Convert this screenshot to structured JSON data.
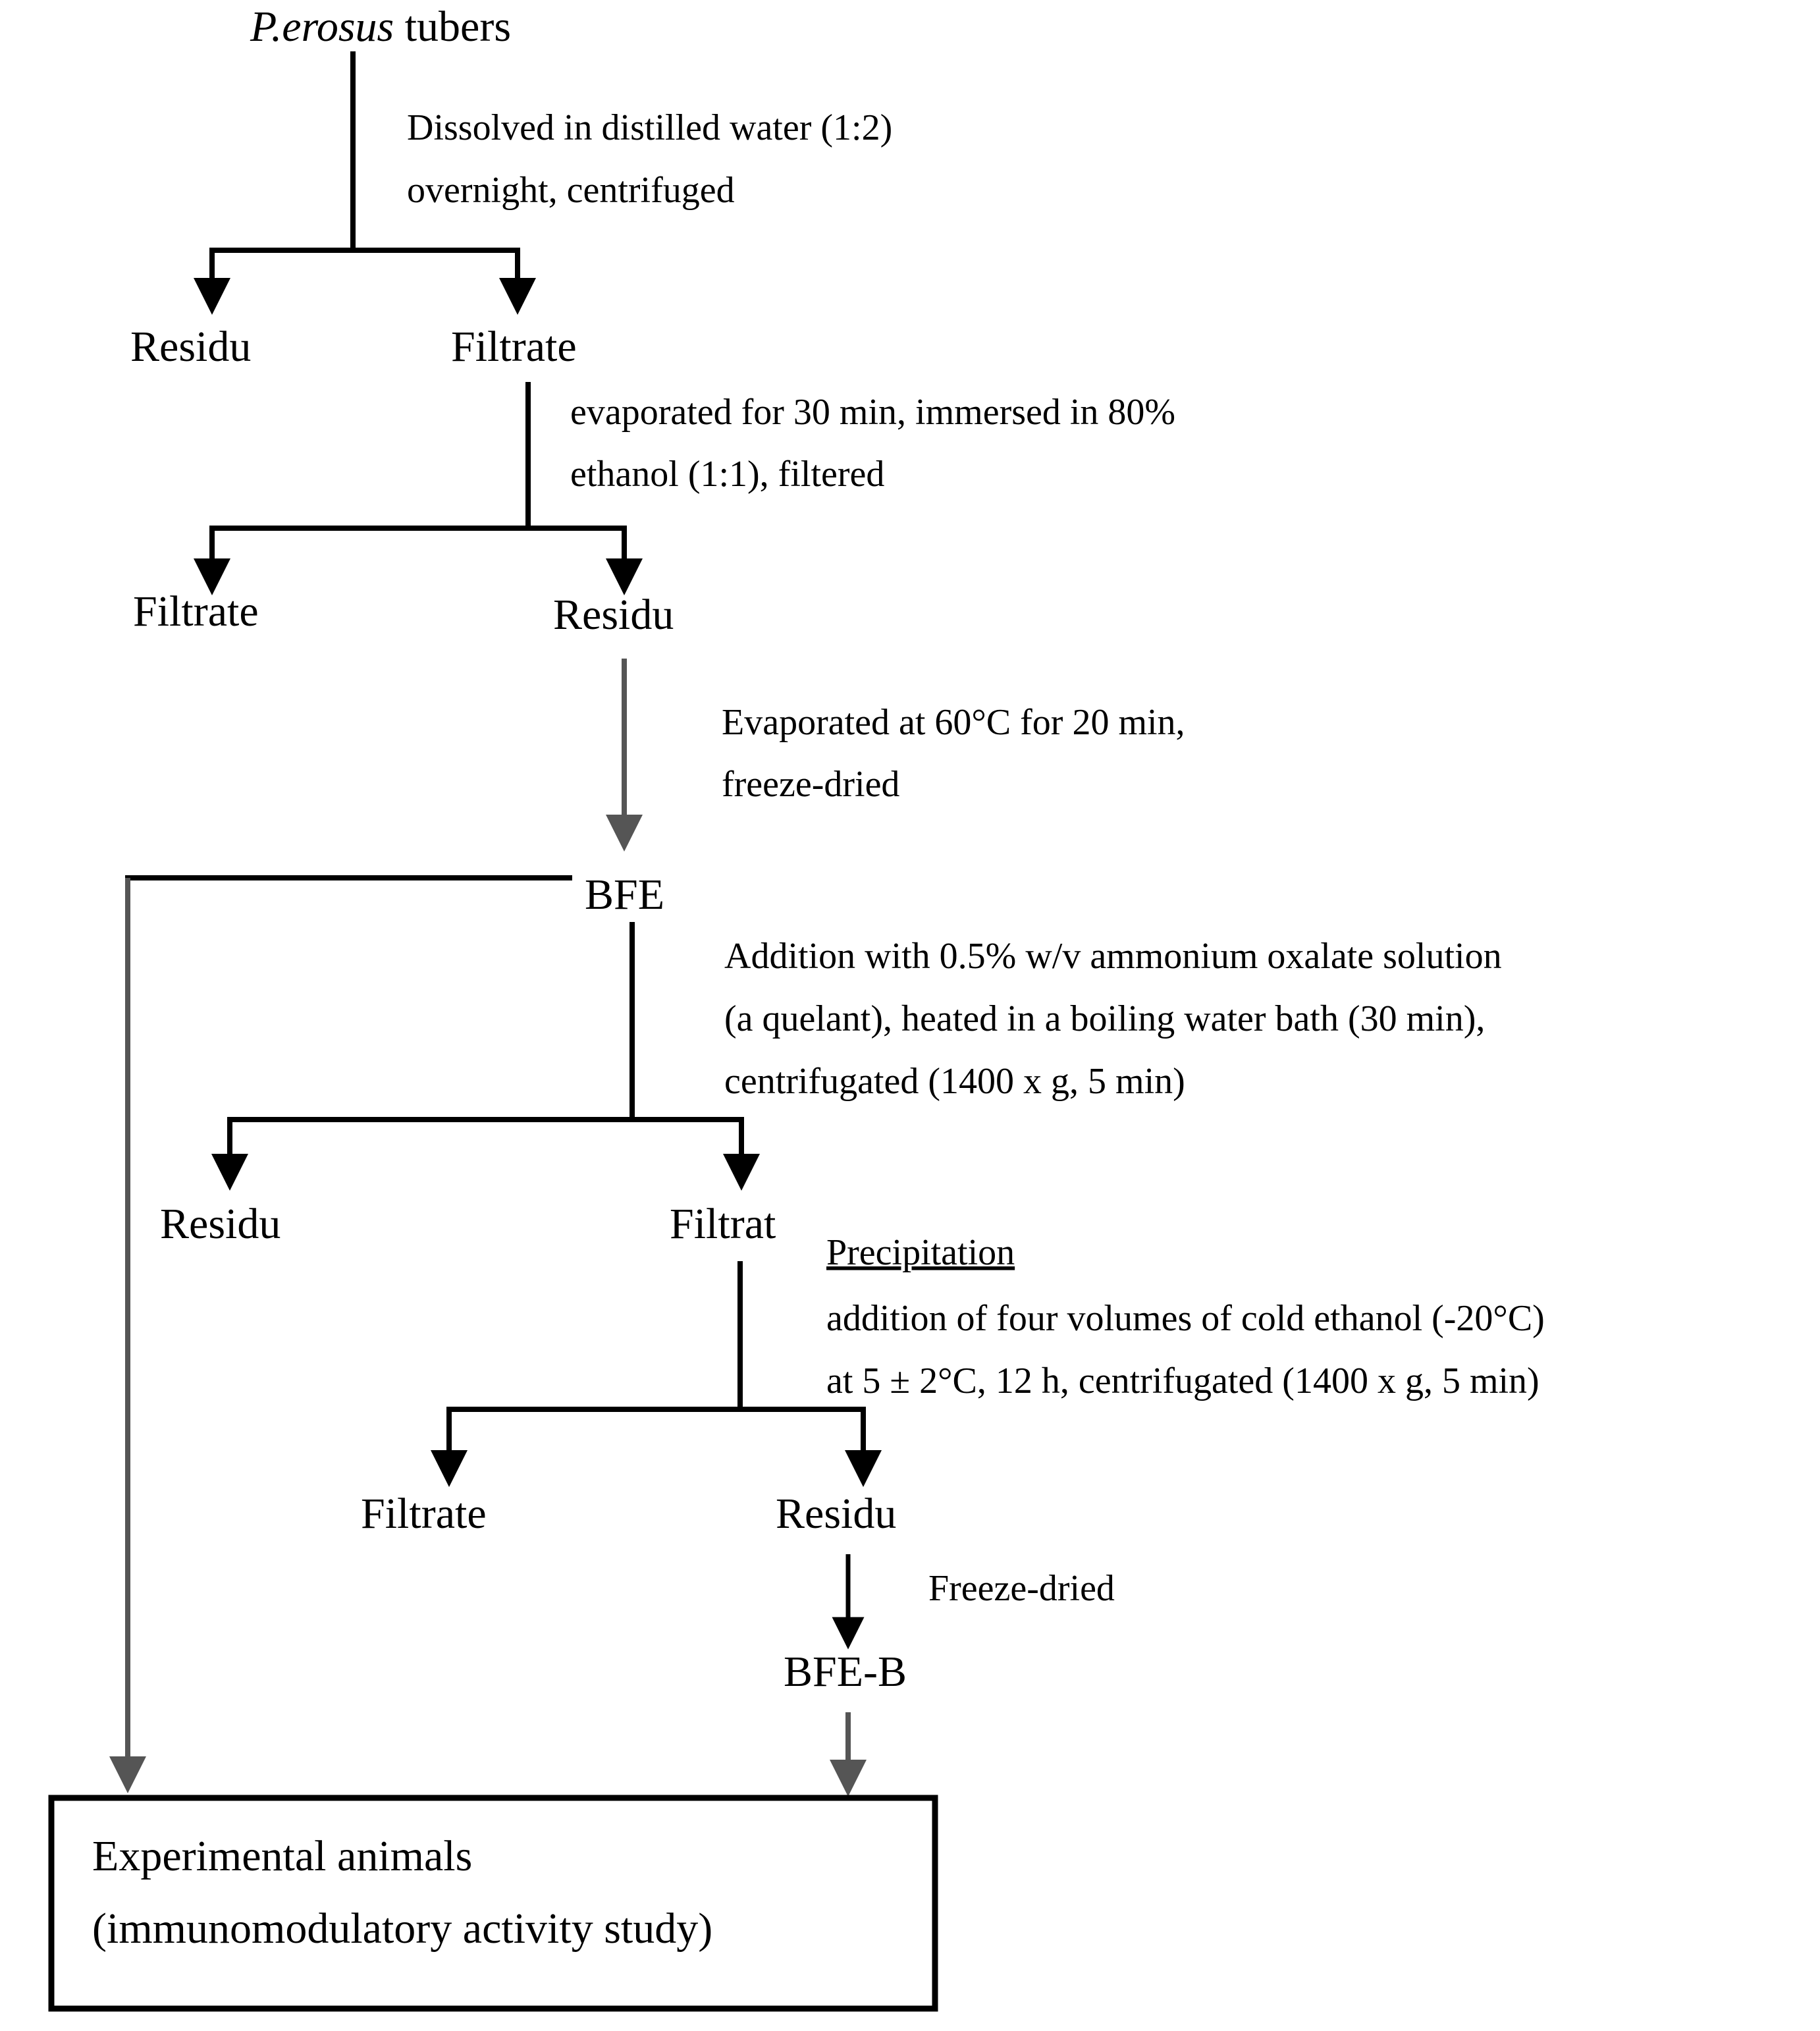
{
  "diagram": {
    "title_node": {
      "italic_part": "P.erosus",
      "rest": " tubers"
    },
    "nodes": {
      "n_residu_1": "Residu",
      "n_filtrate_1": "Filtrate",
      "n_filtrate_2": "Filtrate",
      "n_residu_2": "Residu",
      "n_bfe": "BFE",
      "n_residu_3": "Residu",
      "n_filtrat_3": "Filtrat",
      "n_filtrate_4": "Filtrate",
      "n_residu_4": "Residu",
      "n_bfe_b": "BFE-B"
    },
    "annotations": {
      "a1_line1": "Dissolved in distilled water (1:2)",
      "a1_line2": "overnight, centrifuged",
      "a2_line1": "evaporated for 30 min, immersed in 80%",
      "a2_line2": "ethanol (1:1), filtered",
      "a3_line1": "Evaporated at 60°C for 20 min,",
      "a3_line2": "freeze-dried",
      "a4_line1": "Addition with 0.5% w/v ammonium oxalate solution",
      "a4_line2": "(a quelant), heated in a boiling water bath  (30 min),",
      "a4_line3": "centrifugated (1400 x g, 5 min)",
      "a5_heading": "Precipitation",
      "a5_line1": "addition of four volumes of cold ethanol (-20°C)",
      "a5_line2": "at 5 ± 2°C, 12 h, centrifugated (1400 x g, 5 min)",
      "a6": "Freeze-dried"
    },
    "final_box": {
      "line1": "Experimental animals",
      "line2": "(immunomodulatory activity study)"
    },
    "colors": {
      "stroke": "#000000",
      "stroke_muted": "#555555",
      "text": "#000000",
      "background": "#ffffff"
    }
  }
}
